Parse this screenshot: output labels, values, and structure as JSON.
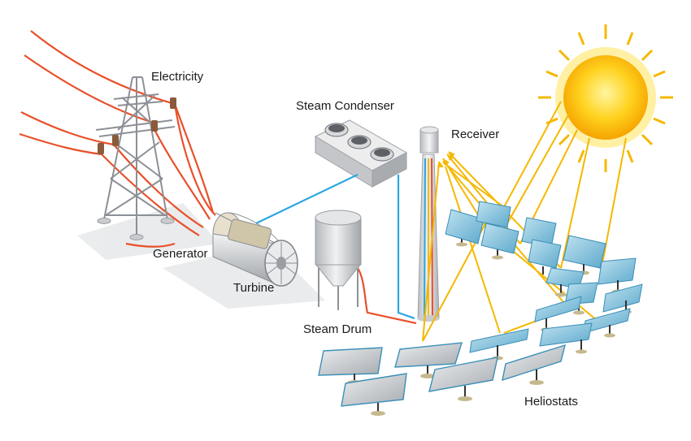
{
  "labels": {
    "electricity": "Electricity",
    "steam_condenser": "Steam Condenser",
    "receiver": "Receiver",
    "generator": "Generator",
    "turbine": "Turbine",
    "steam_drum": "Steam Drum",
    "heliostats": "Heliostats"
  },
  "colors": {
    "power_line": "#e8502a",
    "cool_water": "#2aa7e0",
    "sun_ray": "#f5b800",
    "hot_steam": "#e8502a",
    "heliostat_glass": "#7ec3df",
    "heliostat_frame": "#3a8fb8"
  }
}
